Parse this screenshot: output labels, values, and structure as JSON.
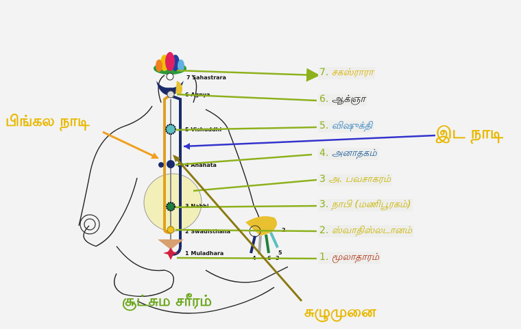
{
  "headings": {
    "pingala": "பிங்கல நாடி",
    "ida": "இட நாடி",
    "subtle_body": "சூட்சும சரீரம்",
    "sushumna": "சுழுமுனை"
  },
  "english_labels": [
    "7 Sahastrara",
    "6 Agnya",
    "5 Vishuddhi",
    "4 Anahata",
    "3 Nabhi",
    "2 Swadisthana",
    "1 Muladhara"
  ],
  "tamil_labels": [
    {
      "num": "7.",
      "text": "சகஸ்ராரா",
      "color": "#d9b300"
    },
    {
      "num": "6.",
      "text": "ஆக்ஞா",
      "color": "#111111"
    },
    {
      "num": "5.",
      "text": "விஷுக்தி",
      "color": "#2f7fc0"
    },
    {
      "num": "4.",
      "text": "அனாதகம்",
      "color": "#1f5f9a"
    },
    {
      "num": "3",
      "text": "அ. பவசாகரம்",
      "color": "#c8b400"
    },
    {
      "num": "3.",
      "text": "நாபி (மணிபூரகம்)",
      "color": "#c8b400"
    },
    {
      "num": "2.",
      "text": "ஸ்வாதிஸ்லடானம்",
      "color": "#c8b400"
    },
    {
      "num": "1.",
      "text": "மூலாதாரம்",
      "color": "#b03010"
    }
  ],
  "hand_numbers": [
    "2",
    "4",
    "5",
    "6",
    "3"
  ],
  "colors": {
    "arrow_green": "#8db11c",
    "ida_blue": "#3333cc",
    "pingala_orange": "#f0a020",
    "sushumna_olive": "#8a7a10",
    "heading_gold": "#e8b800",
    "heading_green": "#6aa61a"
  }
}
